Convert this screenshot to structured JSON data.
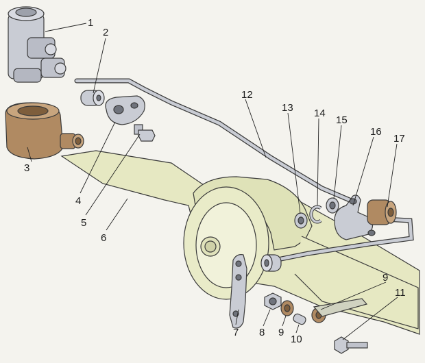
{
  "labels": {
    "l1": "1",
    "l2": "2",
    "l3": "3",
    "l4": "4",
    "l5": "5",
    "l6": "6",
    "l7": "7",
    "l8": "8",
    "l9a": "9",
    "l9b": "9",
    "l10": "10",
    "l11": "11",
    "l12": "12",
    "l13": "13",
    "l14": "14",
    "l15": "15",
    "l16": "16",
    "l17": "17"
  },
  "colors": {
    "background": "#f4f3ee",
    "axle": "#e6e8c2",
    "metal": "#c9ccd4",
    "bronze": "#b08a62",
    "outline": "#3a3a3a"
  }
}
